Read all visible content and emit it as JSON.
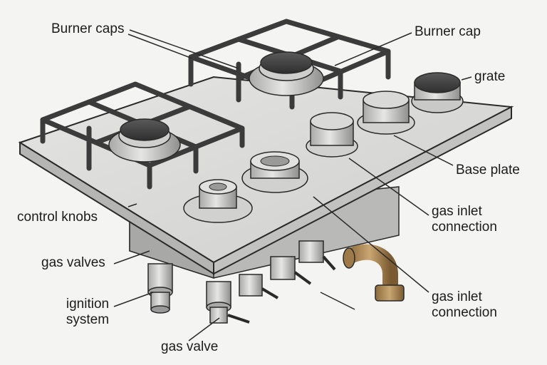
{
  "diagram": {
    "labels": {
      "burner_caps": "Burner caps",
      "burner_cap": "Burner cap",
      "grate": "grate",
      "base_plate": "Base plate",
      "control_knobs": "control knobs",
      "gas_inlet_connection_1": [
        "gas inlet",
        "connection"
      ],
      "gas_valves": "gas valves",
      "ignition_system": [
        "ignition",
        "system"
      ],
      "gas_inlet_connection_2": [
        "gas inlet",
        "connection"
      ],
      "gas_valve": "gas valve"
    },
    "colors": {
      "background": "#f4f4f2",
      "cooktop": "#d7d7d5",
      "grate": "#3b3b3b",
      "metal": "#c9c9c7",
      "brass": "#b08a5a",
      "line": "#2a2a2a"
    }
  }
}
